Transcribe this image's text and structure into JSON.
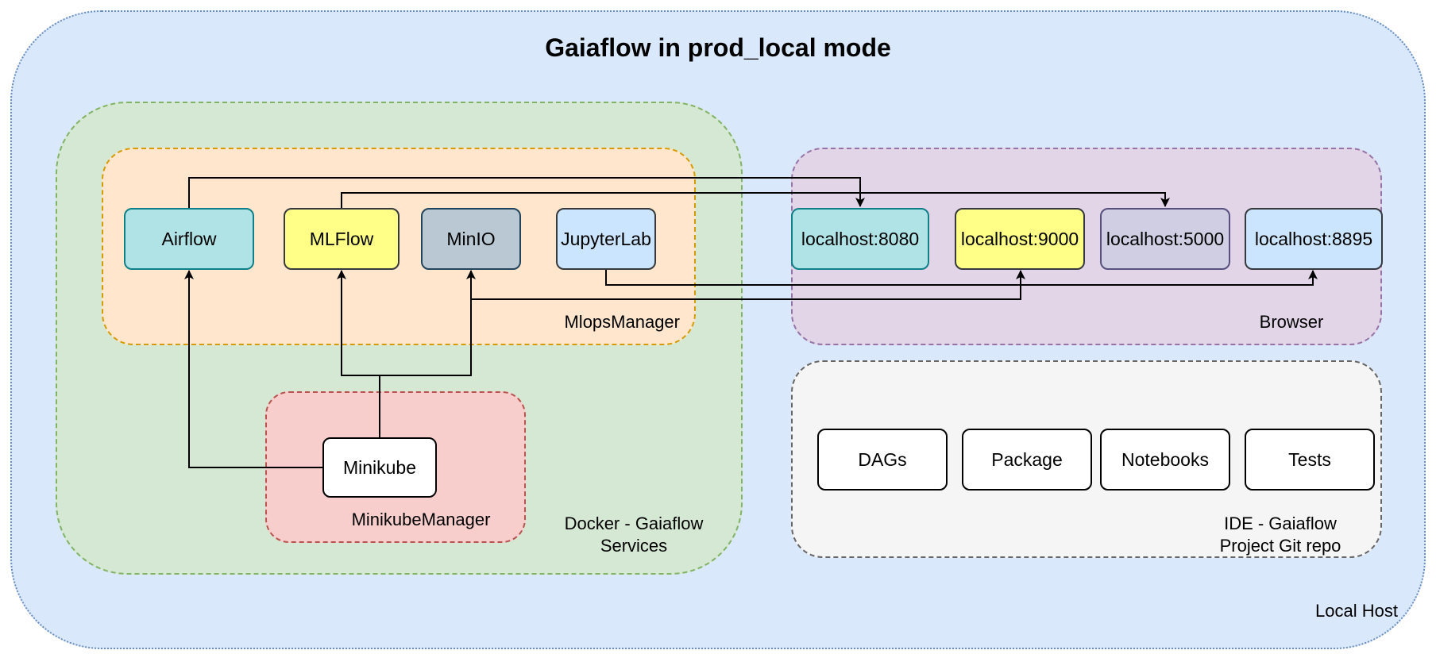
{
  "title": "Gaiaflow in prod_local mode",
  "regions": {
    "local_host": "Local Host",
    "docker": "Docker - Gaiaflow\nServices",
    "mlops_manager": "MlopsManager",
    "minikube_manager": "MinikubeManager",
    "browser": "Browser",
    "ide": "IDE - Gaiaflow\nProject Git repo"
  },
  "services": {
    "airflow": "Airflow",
    "mlflow": "MLFlow",
    "minio": "MinIO",
    "jupyterlab": "JupyterLab",
    "minikube": "Minikube"
  },
  "browser_tabs": {
    "airflow_port": "localhost:8080",
    "minio_port": "localhost:9000",
    "mlflow_port": "localhost:5000",
    "jupyter_port": "localhost:8895"
  },
  "ide_items": {
    "dags": "DAGs",
    "package": "Package",
    "notebooks": "Notebooks",
    "tests": "Tests"
  },
  "colors": {
    "local_host": "#dae8fc",
    "docker": "#d5e8d4",
    "mlops_manager": "#ffe6cc",
    "minikube_manager": "#f8cecc",
    "browser": "#e1d5e7",
    "ide": "#f5f5f5",
    "airflow": "#b0e3e6",
    "mlflow": "#ffff88",
    "minio": "#bac8d3",
    "jupyterlab": "#cce5ff",
    "minikube": "#ffffff"
  }
}
